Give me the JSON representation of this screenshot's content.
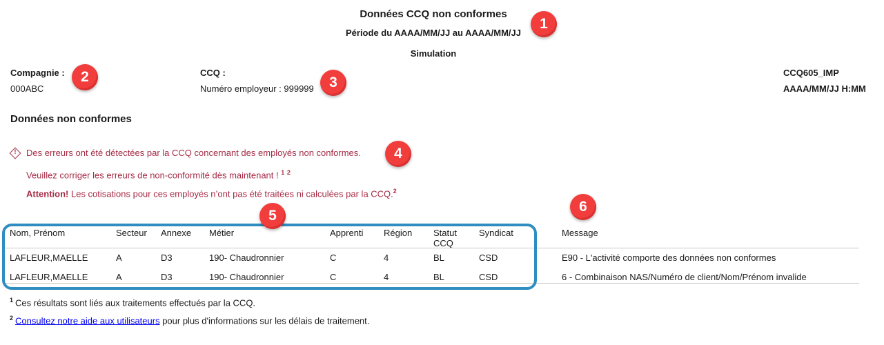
{
  "header": {
    "title": "Données CCQ non conformes",
    "period": "Période du AAAA/MM/JJ au AAAA/MM/JJ",
    "subtitle": "Simulation"
  },
  "info": {
    "company_label": "Compagnie :",
    "company_value": "000ABC",
    "ccq_label": "CCQ :",
    "employer_number": "Numéro employeur : 999999",
    "report_code": "CCQ605_IMP",
    "report_datetime": "AAAA/MM/JJ H:MM"
  },
  "section": {
    "heading": "Données non conformes",
    "warning_line1": "Des erreurs ont été détectées par la CCQ concernant des employés non conformes.",
    "warning_line2": "Veuillez corriger les erreurs de non-conformité dès maintenant !",
    "warning_line2_sup1": "1",
    "warning_line2_sup2": "2",
    "warning_line3_bold": "Attention!",
    "warning_line3_rest": " Les cotisations pour ces employés n’ont pas été traitées ni calculées par la CCQ.",
    "warning_line3_sup": "2"
  },
  "table": {
    "columns": [
      "Nom, Prénom",
      "Secteur",
      "Annexe",
      "Métier",
      "Apprenti",
      "Région",
      "Statut CCQ",
      "Syndicat",
      "Message"
    ],
    "rows": [
      [
        "LAFLEUR,MAELLE",
        "A",
        "D3",
        "190- Chaudronnier",
        "C",
        "4",
        "BL",
        "CSD",
        "E90 - L'activité comporte des données non conformes"
      ],
      [
        "LAFLEUR,MAELLE",
        "A",
        "D3",
        "190- Chaudronnier",
        "C",
        "4",
        "BL",
        "CSD",
        "6 - Combinaison NAS/Numéro de client/Nom/Prénom invalide"
      ]
    ]
  },
  "footnotes": {
    "note1_sup": "1",
    "note1_text": "Ces résultats sont liés aux traitements effectués par la CCQ.",
    "note2_sup": "2",
    "note2_link": "Consultez notre aide aux utilisateurs",
    "note2_rest": " pour plus d'informations sur les délais de traitement."
  },
  "callouts": [
    "1",
    "2",
    "3",
    "4",
    "5",
    "6"
  ],
  "colors": {
    "callout_red": "#F23D3D",
    "warning_text": "#A62B45",
    "table_outline_blue": "#2F8DC1",
    "link_blue": "#0000EE",
    "rule_gray": "#C9C9C9"
  }
}
